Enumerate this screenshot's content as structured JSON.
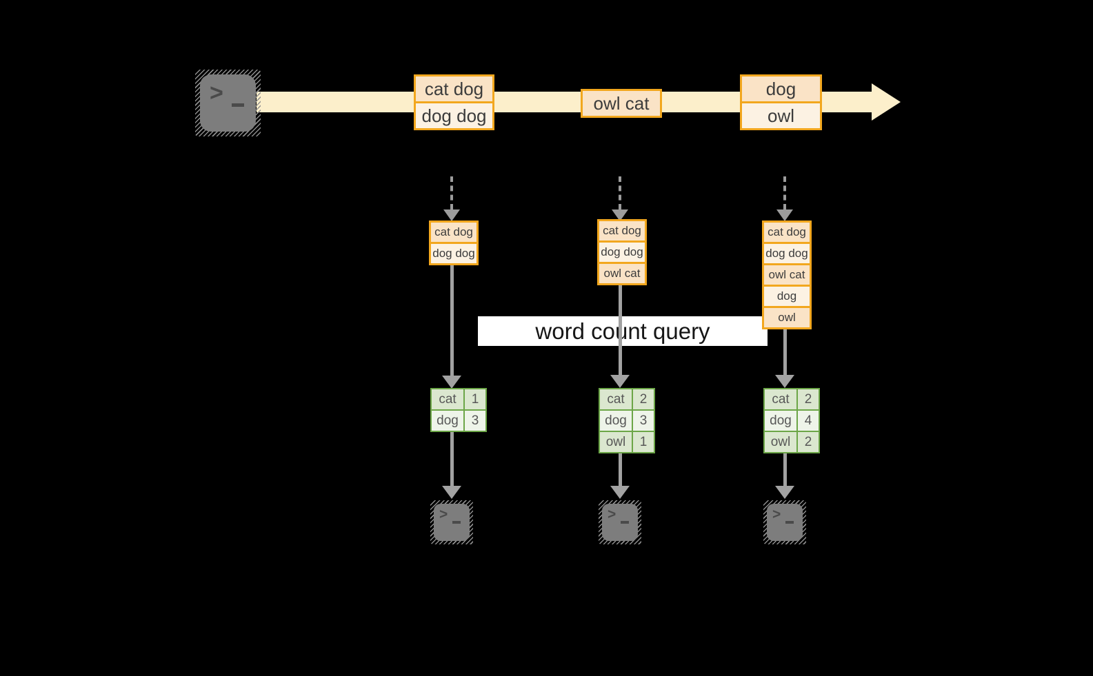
{
  "diagram": {
    "prompt_chevron": ">",
    "query_label": "word count query",
    "stream": {
      "source_icon": "terminal-icon",
      "events": [
        {
          "rows": [
            "cat dog",
            "dog dog"
          ]
        },
        {
          "rows": [
            "owl cat"
          ]
        },
        {
          "rows": [
            "dog",
            "owl"
          ]
        }
      ]
    },
    "columns": [
      {
        "buffer": [
          "cat dog",
          "dog dog"
        ],
        "counts": [
          {
            "word": "cat",
            "count": "1"
          },
          {
            "word": "dog",
            "count": "3"
          }
        ],
        "sink_icon": "terminal-icon"
      },
      {
        "buffer": [
          "cat dog",
          "dog dog",
          "owl cat"
        ],
        "counts": [
          {
            "word": "cat",
            "count": "2"
          },
          {
            "word": "dog",
            "count": "3"
          },
          {
            "word": "owl",
            "count": "1"
          }
        ],
        "sink_icon": "terminal-icon"
      },
      {
        "buffer": [
          "cat dog",
          "dog dog",
          "owl cat",
          "dog",
          "owl"
        ],
        "counts": [
          {
            "word": "cat",
            "count": "2"
          },
          {
            "word": "dog",
            "count": "4"
          },
          {
            "word": "owl",
            "count": "2"
          }
        ],
        "sink_icon": "terminal-icon"
      }
    ],
    "colors": {
      "background": "#000000",
      "stream_band": "#FCEFCB",
      "event_fill_dark": "#FAE3C6",
      "event_fill_light": "#FCF2E3",
      "event_border": "#F2A71E",
      "table_border": "#6CA647",
      "table_fill_dark": "#DBE7CF",
      "table_fill_light": "#EEF4E9",
      "arrow_gray": "#A2A2A2",
      "terminal_gray": "#7D7D7D",
      "query_label_bg": "#FFFFFF"
    }
  }
}
